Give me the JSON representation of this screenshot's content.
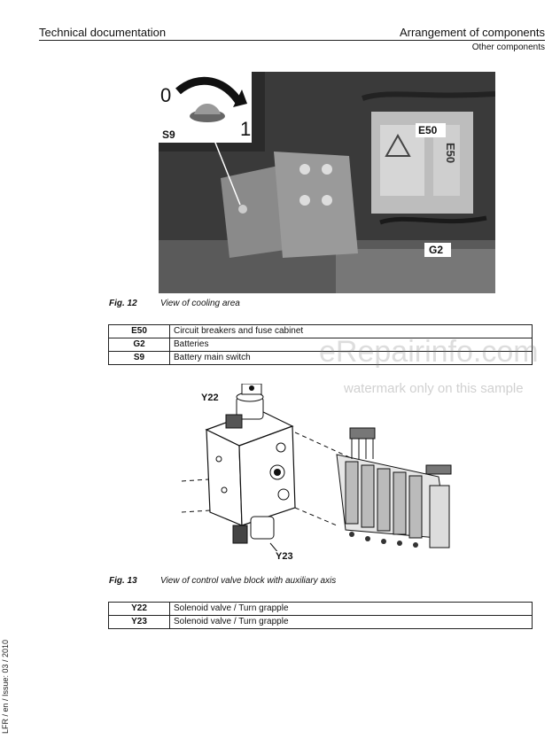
{
  "header": {
    "left_title": "Technical documentation",
    "right_title": "Arrangement of components",
    "subtitle": "Other components"
  },
  "figure12": {
    "number": "Fig. 12",
    "caption": "View of cooling area",
    "switch_pos_0": "0",
    "switch_pos_1": "1",
    "label_s9": "S9",
    "label_e50": "E50",
    "label_g2": "G2",
    "box_text": "E50",
    "legend": [
      {
        "key": "E50",
        "value": "Circuit breakers and fuse cabinet"
      },
      {
        "key": "G2",
        "value": "Batteries"
      },
      {
        "key": "S9",
        "value": "Battery main switch"
      }
    ]
  },
  "figure13": {
    "number": "Fig. 13",
    "caption": "View of control valve block with auxiliary axis",
    "label_y22": "Y22",
    "label_y23": "Y23",
    "legend": [
      {
        "key": "Y22",
        "value": "Solenoid valve / Turn grapple"
      },
      {
        "key": "Y23",
        "value": "Solenoid valve / Turn grapple"
      }
    ]
  },
  "watermark": {
    "main": "eRepairinfo.com",
    "sub": "watermark only on this sample"
  },
  "side_note": "LFR / en / Issue: 03 / 2010",
  "colors": {
    "photo_dark": "#3b3b3b",
    "label_bg": "#ffffff"
  }
}
